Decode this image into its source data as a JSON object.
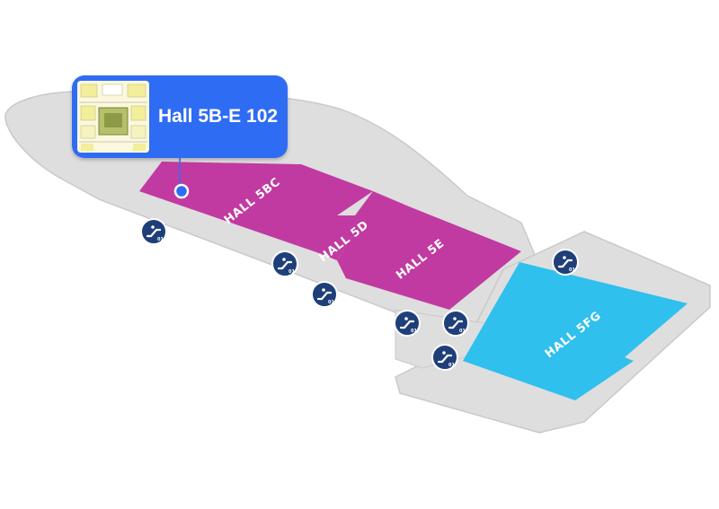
{
  "map": {
    "colors": {
      "floor": "#dedede",
      "floor_edge": "#c9c9c9",
      "hall_magenta": "#c13aa1",
      "hall_cyan": "#2fc0ee",
      "callout_blue": "#2f6cf4",
      "icon_navy": "#1f3f7a"
    },
    "halls": [
      {
        "id": "5bc",
        "label": "HALL 5BC",
        "color": "#c13aa1"
      },
      {
        "id": "5d",
        "label": "HALL 5D",
        "color": "#c13aa1"
      },
      {
        "id": "5e",
        "label": "HALL 5E",
        "color": "#c13aa1"
      },
      {
        "id": "5fg",
        "label": "HALL 5FG",
        "color": "#2fc0ee"
      }
    ],
    "escalators": [
      {
        "icon": "escalator-icon",
        "caption": "01"
      },
      {
        "icon": "escalator-icon",
        "caption": "01"
      },
      {
        "icon": "escalator-icon",
        "caption": "01"
      },
      {
        "icon": "escalator-icon",
        "caption": "01"
      },
      {
        "icon": "escalator-icon",
        "caption": "01"
      },
      {
        "icon": "escalator-icon",
        "caption": "01"
      },
      {
        "icon": "escalator-icon",
        "caption": "01"
      }
    ],
    "callout": {
      "title": "Hall 5B-E 102",
      "thumbnail_icon": "booth-floorplan-thumbnail",
      "marker_icon": "location-marker-icon"
    }
  }
}
